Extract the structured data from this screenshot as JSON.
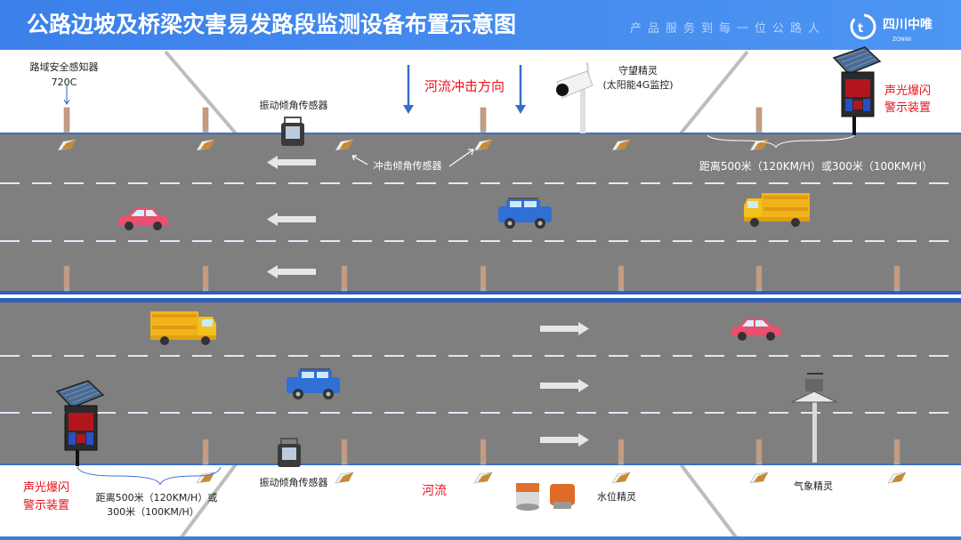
{
  "header": {
    "title": "公路边坡及桥梁灾害易发路段监测设备布置示意图",
    "slogan": "产品服务到每一位公路人",
    "logo_name": "四川中唯",
    "logo_sub": "ZONWI"
  },
  "labels": {
    "road_sensor": "路域安全感知器",
    "road_sensor_model": "720C",
    "vibration_sensor_top": "振动倾角传感器",
    "impact_direction": "河流冲击方向",
    "camera_name": "守望精灵",
    "camera_desc": "(太阳能4G监控)",
    "alarm_top_line1": "声光爆闪",
    "alarm_top_line2": "警示装置",
    "impact_sensor": "冲击倾角传感器",
    "distance_top": "距离500米（120KM/H）或300米（100KM/H）",
    "alarm_bottom_line1": "声光爆闪",
    "alarm_bottom_line2": "警示装置",
    "distance_bottom_line1": "距离500米（120KM/H）或",
    "distance_bottom_line2": "300米（100KM/H）",
    "vibration_sensor_bottom": "振动倾角传感器",
    "river": "河流",
    "water_level": "水位精灵",
    "weather": "气象精灵"
  },
  "colors": {
    "header_blue": "#3f86ec",
    "road_gray": "#7f7f7f",
    "edge_blue": "#3a6fc8",
    "label_red": "#e8141b",
    "arrow_blue": "#3b6ccc"
  }
}
